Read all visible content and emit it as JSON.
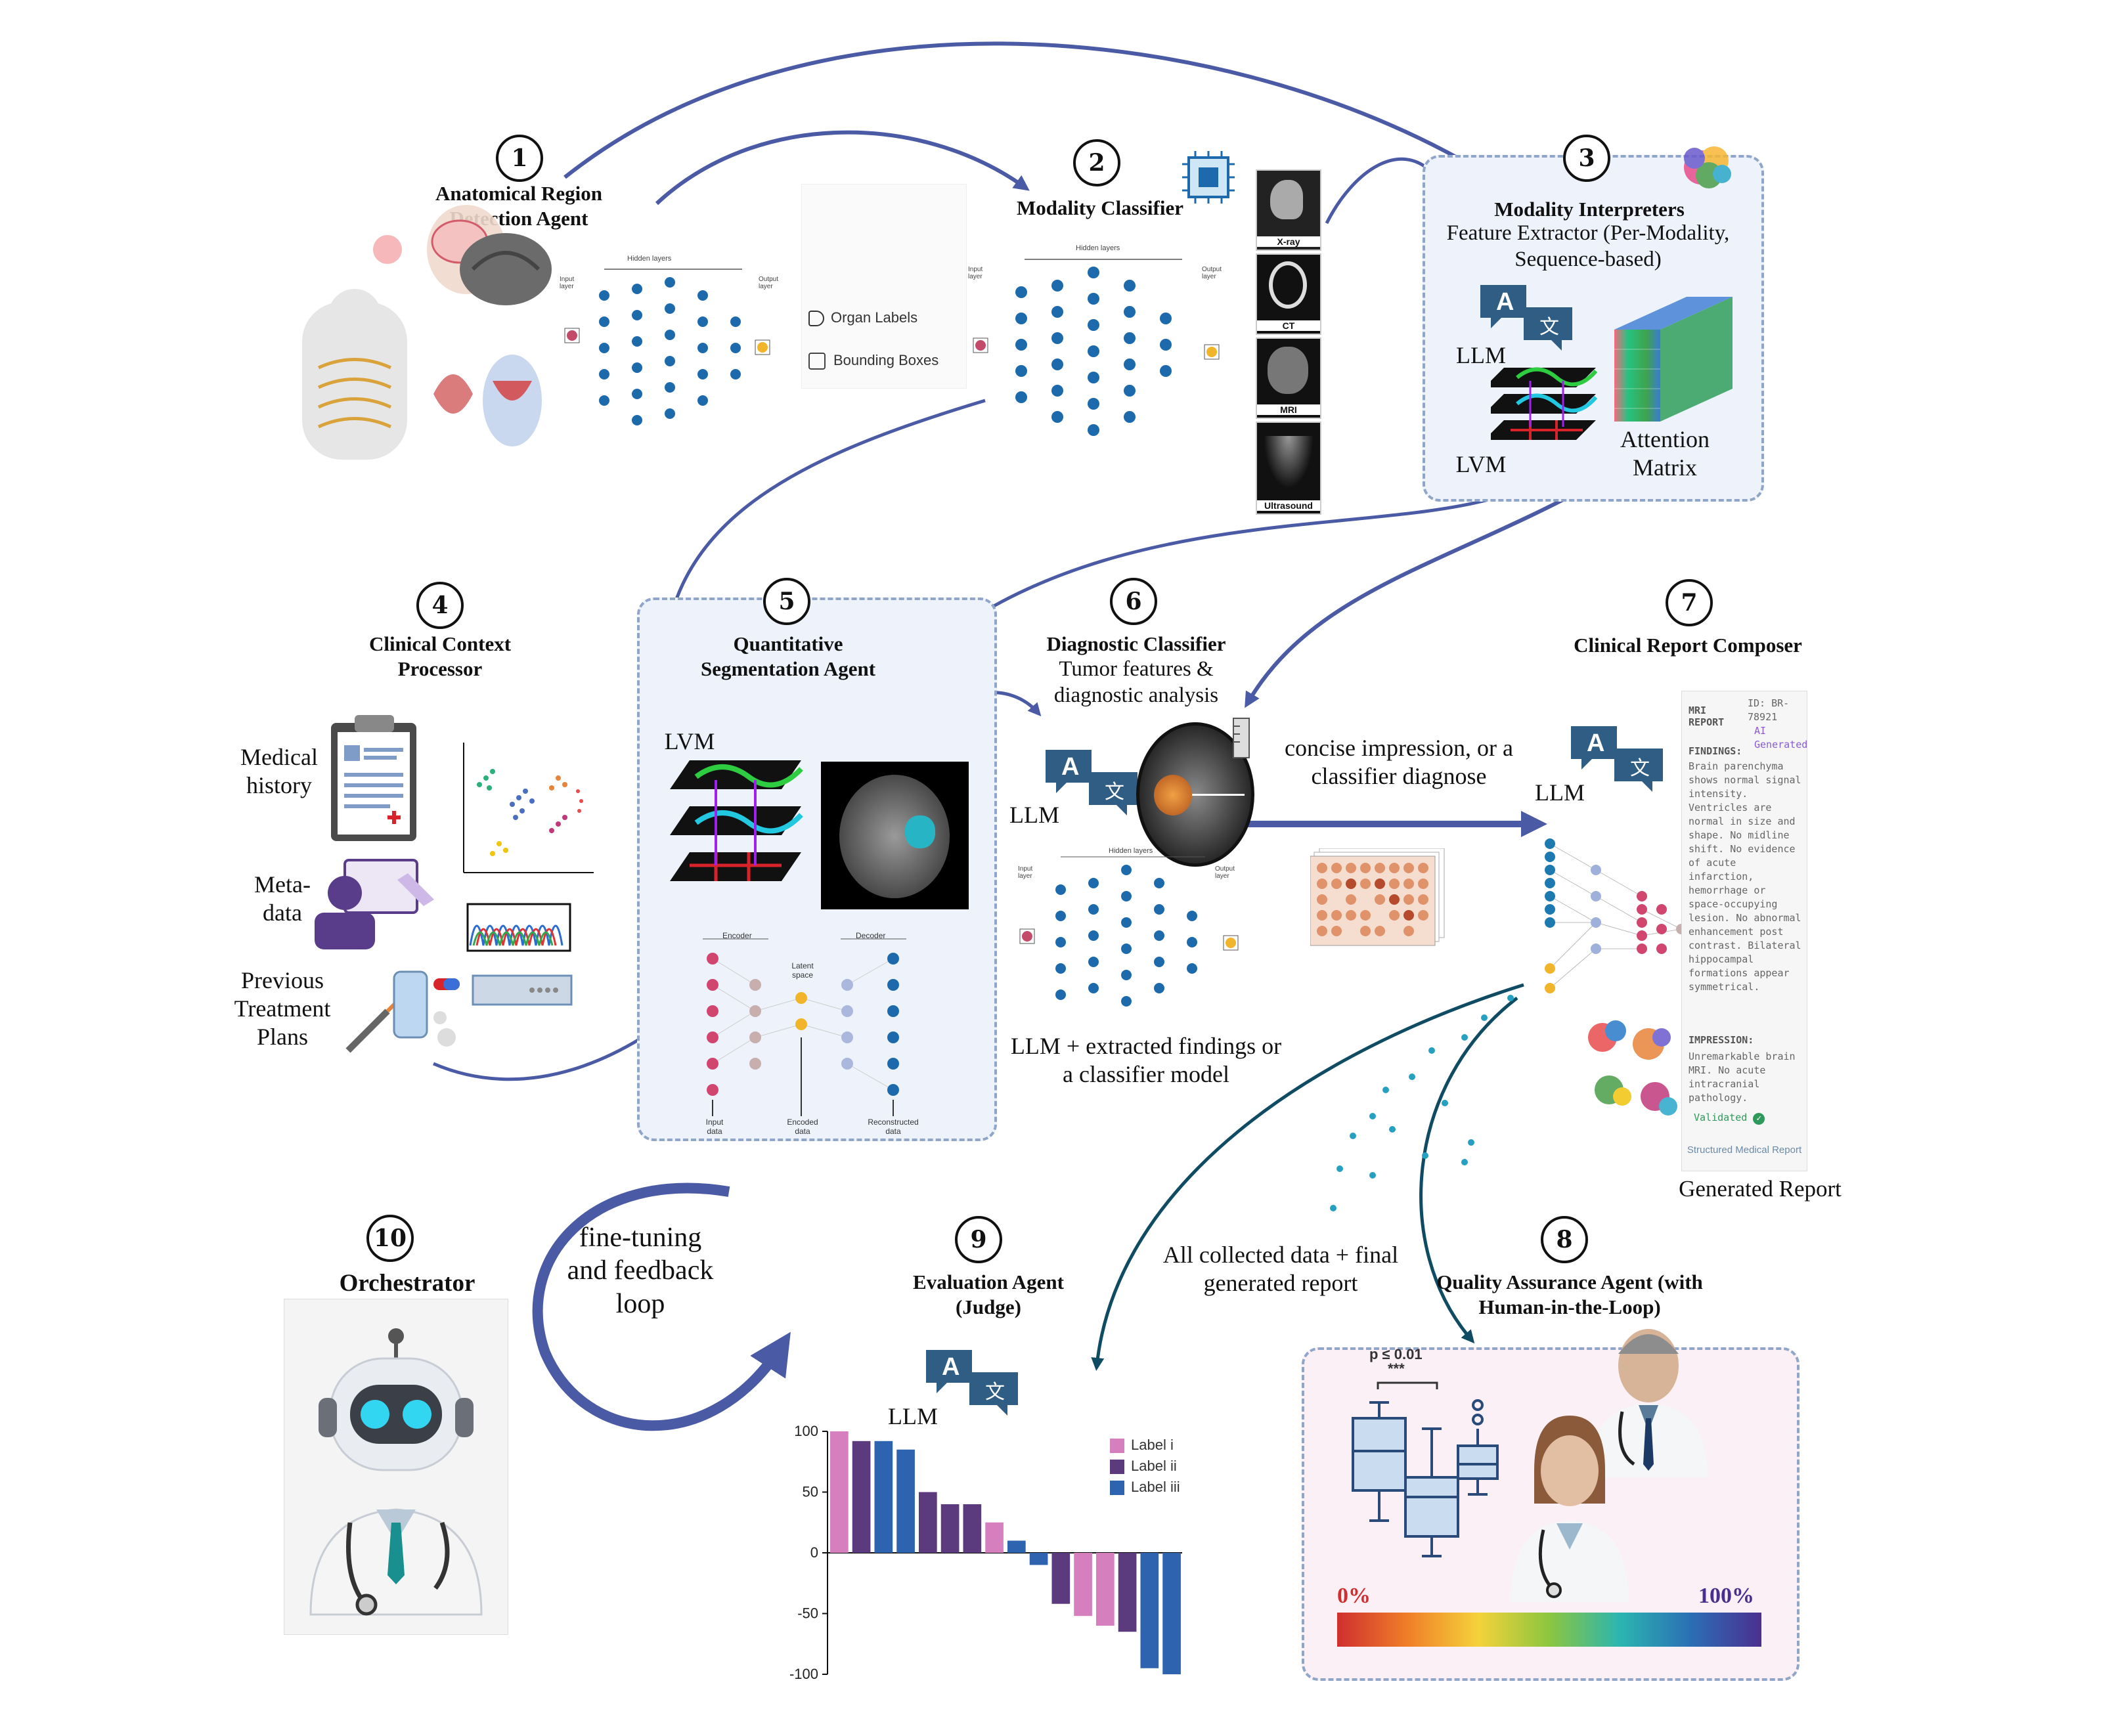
{
  "steps": {
    "s1": {
      "num": "1",
      "title": "Anatomical Region Detection Agent"
    },
    "s2": {
      "num": "2",
      "title": "Modality Classifier"
    },
    "s3": {
      "num": "3",
      "title": "Modality Interpreters",
      "subtitle": "Feature Extractor (Per-Modality, Sequence-based)"
    },
    "s4": {
      "num": "4",
      "title": "Clinical Context Processor"
    },
    "s5": {
      "num": "5",
      "title": "Quantitative Segmentation Agent"
    },
    "s6": {
      "num": "6",
      "title": "Diagnostic Classifier",
      "subtitle": "Tumor features & diagnostic analysis"
    },
    "s7": {
      "num": "7",
      "title": "Clinical Report Composer"
    },
    "s8": {
      "num": "8",
      "title": "Quality Assurance Agent (with Human-in-the-Loop)"
    },
    "s9": {
      "num": "9",
      "title": "Evaluation Agent (Judge)"
    },
    "s10": {
      "num": "10",
      "title": "Orchestrator"
    }
  },
  "nn_labels": {
    "hidden_layers": "Hidden layers",
    "input_layer": "Input layer",
    "output_layer": "Output layer"
  },
  "outputs1": {
    "organ_labels": "Organ Labels",
    "bounding_boxes": "Bounding Boxes"
  },
  "modalities": [
    "X-ray",
    "CT",
    "MRI",
    "Ultrasound"
  ],
  "s3_labels": {
    "llm": "LLM",
    "lvm": "LVM",
    "attention": "Attention Matrix"
  },
  "s4_labels": {
    "medical_history": "Medical history",
    "metadata": "Meta-data",
    "treatment": "Previous Treatment Plans"
  },
  "s5_labels": {
    "lvm": "LVM",
    "encoder": "Encoder",
    "decoder": "Decoder",
    "latent": "Latent space",
    "input_data": "Input data",
    "encoded_data": "Encoded data",
    "reconstructed": "Reconstructed data"
  },
  "s6_labels": {
    "llm": "LLM",
    "bottom": "LLM + extracted findings or a classifier model",
    "arrow_text": "concise impression, or a classifier diagnose"
  },
  "s7_labels": {
    "llm": "LLM",
    "generated_report": "Generated Report"
  },
  "report": {
    "header_left": "MRI REPORT",
    "id": "ID: BR-78921",
    "tag": "AI Generated",
    "findings_label": "FINDINGS:",
    "findings": "Brain parenchyma shows normal signal intensity. Ventricles are normal in size and shape. No midline shift. No evidence of acute infarction, hemorrhage or space-occupying lesion. No abnormal enhancement post contrast. Bilateral hippocampal formations appear symmetrical.",
    "impression_label": "IMPRESSION:",
    "impression": "Unremarkable brain MRI. No acute intracranial pathology.",
    "validated": "Validated",
    "footer": "Structured Medical Report"
  },
  "feedback": {
    "loop_text": "fine-tuning and feedback loop",
    "collected": "All collected data + final generated report"
  },
  "s9_labels": {
    "llm": "LLM"
  },
  "s8_labels": {
    "pvalue": "p ≤ 0.01",
    "stars": "***",
    "scale_min": "0%",
    "scale_max": "100%"
  },
  "colors": {
    "arrow": "#4a5aa5",
    "teal": "#0f4c63",
    "panel_bg": "#eef3fb",
    "qa_bg": "#fbf0f6",
    "pink": "#d57fbf",
    "purple": "#5b3a7e",
    "blue": "#2e63b0"
  },
  "chart_data": {
    "type": "bar",
    "legend": [
      "Label i",
      "Label ii",
      "Label iii"
    ],
    "ylim": [
      -100,
      100
    ],
    "yticks": [
      100,
      50,
      0,
      -50,
      -100
    ],
    "bars": [
      {
        "series": "Label i",
        "value": 100
      },
      {
        "series": "Label ii",
        "value": 92
      },
      {
        "series": "Label iii",
        "value": 92
      },
      {
        "series": "Label iii",
        "value": 85
      },
      {
        "series": "Label ii",
        "value": 50
      },
      {
        "series": "Label ii",
        "value": 40
      },
      {
        "series": "Label ii",
        "value": 40
      },
      {
        "series": "Label i",
        "value": 25
      },
      {
        "series": "Label iii",
        "value": 10
      },
      {
        "series": "Label iii",
        "value": -10
      },
      {
        "series": "Label ii",
        "value": -42
      },
      {
        "series": "Label i",
        "value": -52
      },
      {
        "series": "Label i",
        "value": -60
      },
      {
        "series": "Label ii",
        "value": -65
      },
      {
        "series": "Label iii",
        "value": -95
      },
      {
        "series": "Label iii",
        "value": -100
      }
    ]
  }
}
